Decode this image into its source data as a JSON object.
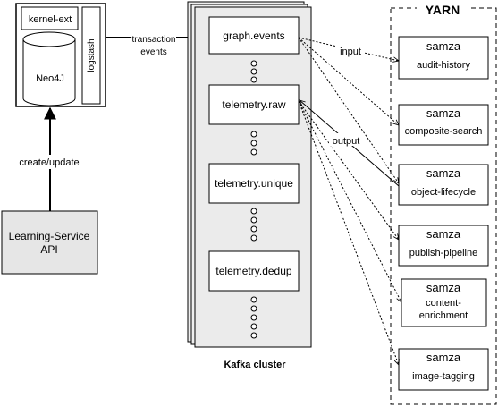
{
  "neo4j_server": {
    "kernel_ext": "kernel-ext",
    "logstash": "logstash",
    "neo4j": "Neo4J"
  },
  "learning_service": {
    "line1": "Learning-Service",
    "line2": "API"
  },
  "edges": {
    "create_update": "create/update",
    "transaction_events_line1": "transaction",
    "transaction_events_line2": "events",
    "input": "input",
    "output": "output"
  },
  "kafka": {
    "label": "Kafka cluster",
    "topics": [
      "graph.events",
      "telemetry.raw",
      "telemetry.unique",
      "telemetry.dedup"
    ]
  },
  "yarn": {
    "label": "YARN",
    "jobs": [
      {
        "tag": "samza",
        "name": "audit-history"
      },
      {
        "tag": "samza",
        "name": "composite-search"
      },
      {
        "tag": "samza",
        "name": "object-lifecycle"
      },
      {
        "tag": "samza",
        "name": "publish-pipeline"
      },
      {
        "tag": "samza",
        "name_line1": "content-",
        "name_line2": "enrichment"
      },
      {
        "tag": "samza",
        "name": "image-tagging"
      }
    ]
  }
}
